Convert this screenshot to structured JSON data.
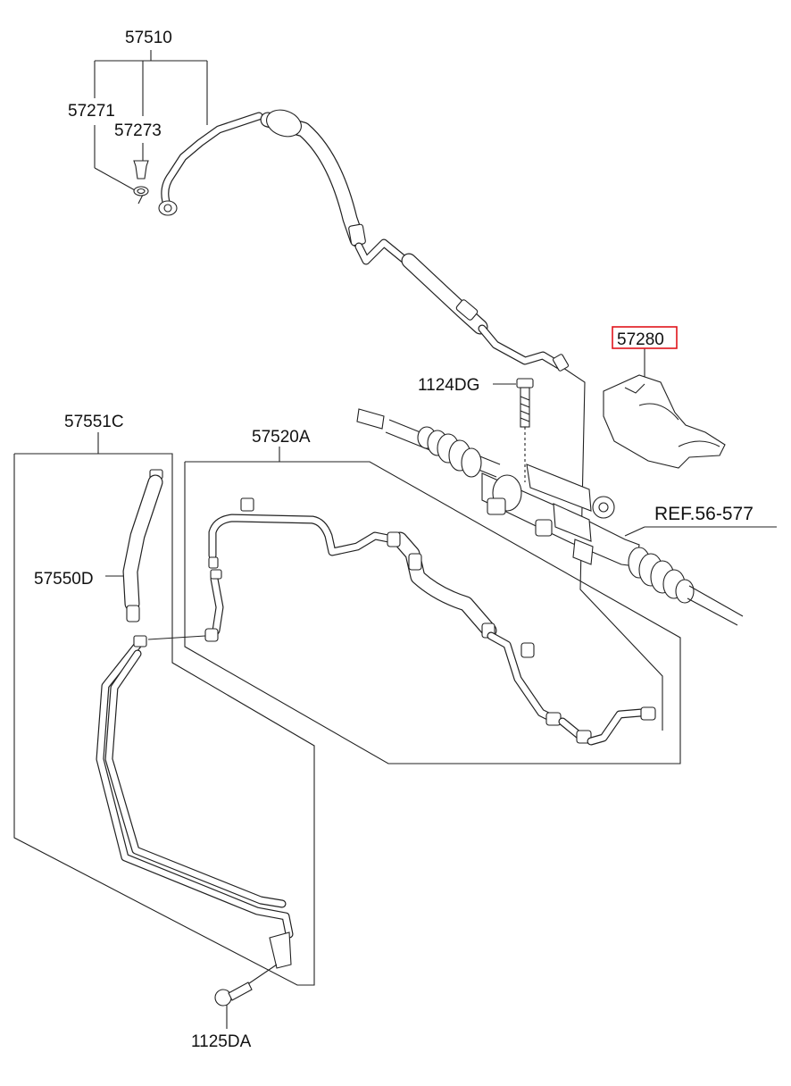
{
  "diagram": {
    "type": "exploded parts diagram",
    "accent_color": "#e0141b",
    "labels": {
      "p57510": "57510",
      "p57271": "57271",
      "p57273": "57273",
      "p1124DG": "1124DG",
      "p57280": "57280",
      "p57551C": "57551C",
      "p57520A": "57520A",
      "pREF": "REF.56-577",
      "p57550D": "57550D",
      "p1125DA": "1125DA"
    },
    "highlighted_part": "57280"
  }
}
